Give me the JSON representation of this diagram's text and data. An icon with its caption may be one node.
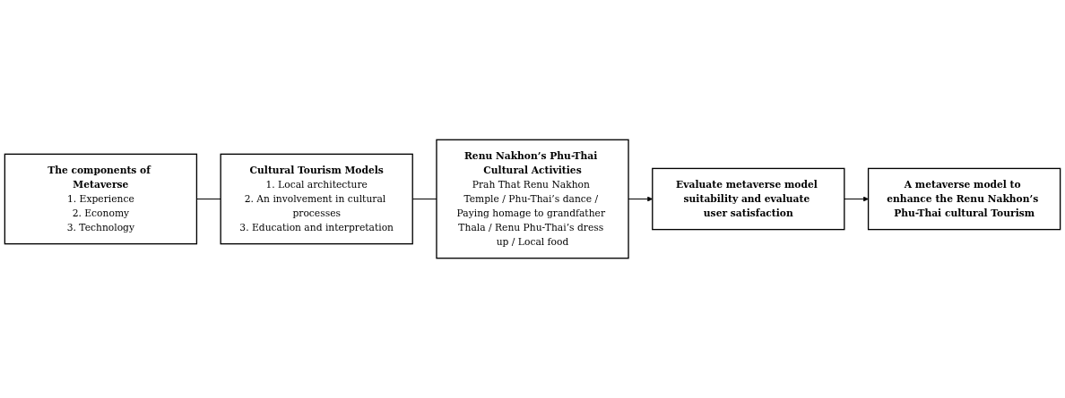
{
  "diagram": {
    "nodes": [
      {
        "text": [
          "The components of Metaverse",
          "1. Experience",
          "2. Economy",
          "3. Technology"
        ]
      },
      {
        "text": [
          "Cultural Tourism Models",
          "1. Local architecture",
          "2. An involvement in cultural processes",
          "3. Education and interpretation"
        ]
      },
      {
        "text": [
          "Renu Nakhon’s Phu-Thai Cultural Activities",
          "Prah That Renu Nakhon Temple / Phu-Thai’s dance / Paying homage to grandfather Thala / Renu Phu-Thai’s dress up / Local food"
        ]
      },
      {
        "text": [
          "Evaluate metaverse model suitability and evaluate user satisfaction"
        ]
      },
      {
        "text": [
          "A metaverse model to enhance the Renu Nakhon’s Phu-Thai cultural Tourism"
        ]
      }
    ],
    "edges": [
      {
        "from": 0,
        "to": 1,
        "arrow": "none"
      },
      {
        "from": 1,
        "to": 2,
        "arrow": "none"
      },
      {
        "from": 2,
        "to": 3,
        "arrow": "to"
      },
      {
        "from": 3,
        "to": 4,
        "arrow": "to"
      }
    ]
  }
}
